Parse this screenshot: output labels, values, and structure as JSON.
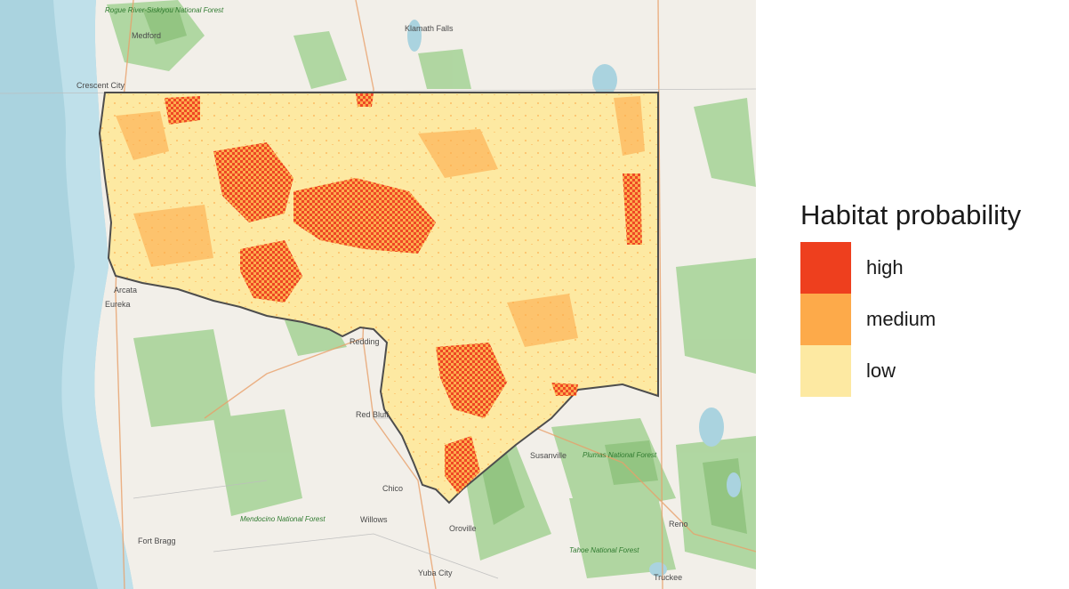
{
  "map": {
    "colors": {
      "ocean": "#aad3df",
      "land": "#f2efe9",
      "forest": "#a9d49a",
      "forest_dark": "#8cc17a",
      "water": "#aad3df",
      "study_area_low": "#fde9a2",
      "study_area_border": "#4d4d4d",
      "road_major": "#e8a06a",
      "road_minor": "#ffffff"
    },
    "place_labels": [
      {
        "name": "Medford",
        "kind": "city"
      },
      {
        "name": "Klamath Falls",
        "kind": "city"
      },
      {
        "name": "Eureka",
        "kind": "city"
      },
      {
        "name": "Arcata",
        "kind": "city"
      },
      {
        "name": "Redding",
        "kind": "city"
      },
      {
        "name": "Red Bluff",
        "kind": "city"
      },
      {
        "name": "Chico",
        "kind": "city"
      },
      {
        "name": "Oroville",
        "kind": "city"
      },
      {
        "name": "Susanville",
        "kind": "city"
      },
      {
        "name": "Crescent City",
        "kind": "city"
      },
      {
        "name": "Yuba City",
        "kind": "city"
      },
      {
        "name": "Truckee",
        "kind": "city"
      },
      {
        "name": "Reno",
        "kind": "city"
      },
      {
        "name": "Fort Bragg",
        "kind": "city"
      },
      {
        "name": "Willows",
        "kind": "city"
      },
      {
        "name": "Plumas National Forest",
        "kind": "forest"
      },
      {
        "name": "Mendocino National Forest",
        "kind": "forest"
      },
      {
        "name": "Tahoe National Forest",
        "kind": "forest"
      },
      {
        "name": "Rogue River-Siskiyou National Forest",
        "kind": "forest"
      }
    ]
  },
  "legend": {
    "title": "Habitat probability",
    "items": [
      {
        "label": "high",
        "color": "#ee3f1e"
      },
      {
        "label": "medium",
        "color": "#fdaa4a"
      },
      {
        "label": "low",
        "color": "#fde9a2"
      }
    ]
  }
}
